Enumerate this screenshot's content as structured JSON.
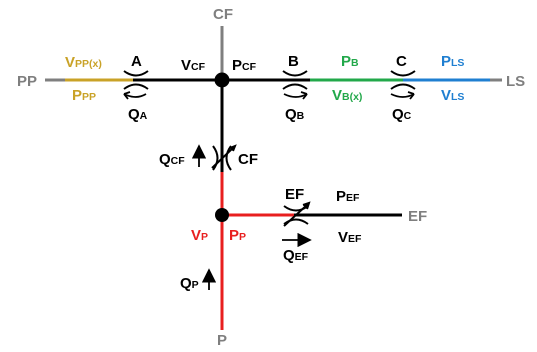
{
  "nodes": {
    "cf_top": "CF",
    "pp": "PP",
    "ls": "LS",
    "ef_right": "EF",
    "p_bottom": "P"
  },
  "valves": {
    "a": "A",
    "b": "B",
    "c": "C",
    "cf": "CF",
    "ef": "EF"
  },
  "variables": {
    "v_pp": {
      "main": "V",
      "sub": "PP(x)"
    },
    "p_pp": {
      "main": "P",
      "sub": "PP"
    },
    "v_cf": {
      "main": "V",
      "sub": "CF"
    },
    "p_cf": {
      "main": "P",
      "sub": "CF"
    },
    "p_b": {
      "main": "P",
      "sub": "B"
    },
    "v_b": {
      "main": "V",
      "sub": "B(x)"
    },
    "p_ls": {
      "main": "P",
      "sub": "LS"
    },
    "v_ls": {
      "main": "V",
      "sub": "LS"
    },
    "p_ef": {
      "main": "P",
      "sub": "EF"
    },
    "v_ef": {
      "main": "V",
      "sub": "EF"
    },
    "v_p": {
      "main": "V",
      "sub": "P"
    },
    "p_p": {
      "main": "P",
      "sub": "P"
    }
  },
  "flows": {
    "q_a": {
      "main": "Q",
      "sub": "A"
    },
    "q_b": {
      "main": "Q",
      "sub": "B"
    },
    "q_c": {
      "main": "Q",
      "sub": "C"
    },
    "q_cf": {
      "main": "Q",
      "sub": "CF"
    },
    "q_ef": {
      "main": "Q",
      "sub": "EF"
    },
    "q_p": {
      "main": "Q",
      "sub": "P"
    }
  },
  "colors": {
    "pp_branch": "#c9a227",
    "b_branch": "#22a84a",
    "ls_branch": "#1f7fd1",
    "p_branch": "#e81f1f",
    "neutral": "#000000",
    "terminal": "#7f7f7f"
  }
}
